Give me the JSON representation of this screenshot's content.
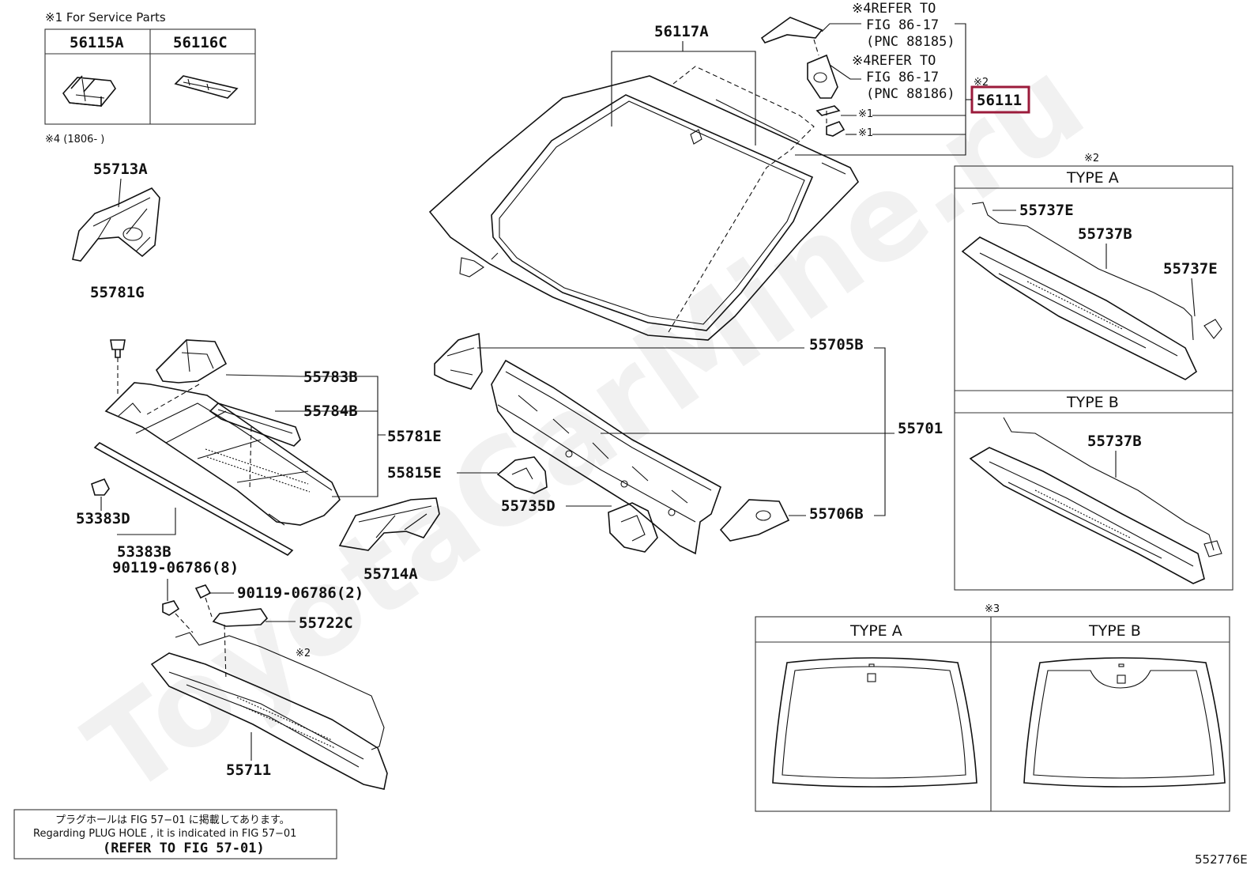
{
  "watermark": "ToyotaCarMine.ru",
  "service_parts": {
    "title": "※1 For Service Parts",
    "parts": [
      "56115A",
      "56116C"
    ]
  },
  "date_note": "※4 (1806-       )",
  "labels": {
    "p56117A": "56117A",
    "p56111": "56111",
    "p55713A": "55713A",
    "p55781G": "55781G",
    "p55783B": "55783B",
    "p55784B": "55784B",
    "p55781E": "55781E",
    "p53383D": "53383D",
    "p53383B": "53383B",
    "p55815E": "55815E",
    "p55735D": "55735D",
    "p55714A": "55714A",
    "p55705B": "55705B",
    "p55701": "55701",
    "p55706B": "55706B",
    "p55722C": "55722C",
    "p55711": "55711",
    "bolt1": "90119-06786(8)",
    "bolt2": "90119-06786(2)",
    "p55737E_a": "55737E",
    "p55737B_a": "55737B",
    "p55737E_b": "55737E",
    "p55737B_b": "55737B"
  },
  "refs": {
    "ref1_line1": "※4REFER TO",
    "ref1_line2": "FIG 86-17",
    "ref1_line3": "(PNC 88185)",
    "ref2_line1": "※4REFER TO",
    "ref2_line2": "FIG 86-17",
    "ref2_line3": "(PNC 88186)",
    "mark2_top": "※2",
    "mark1_a": "※1",
    "mark1_b": "※1",
    "mark2_right": "※2",
    "mark2_left": "※2",
    "mark3": "※3"
  },
  "right_panel": {
    "type_a": "TYPE A",
    "type_b": "TYPE B"
  },
  "windshield_panel": {
    "type_a": "TYPE A",
    "type_b": "TYPE B"
  },
  "plug_note": {
    "line1": "プラグホールは FIG 57−01 に掲載してあります。",
    "line2": "Regarding  PLUG  HOLE , it is indicated in  FIG  57−01",
    "line3": "(REFER TO FIG 57-01)"
  },
  "figure_code": "552776E"
}
